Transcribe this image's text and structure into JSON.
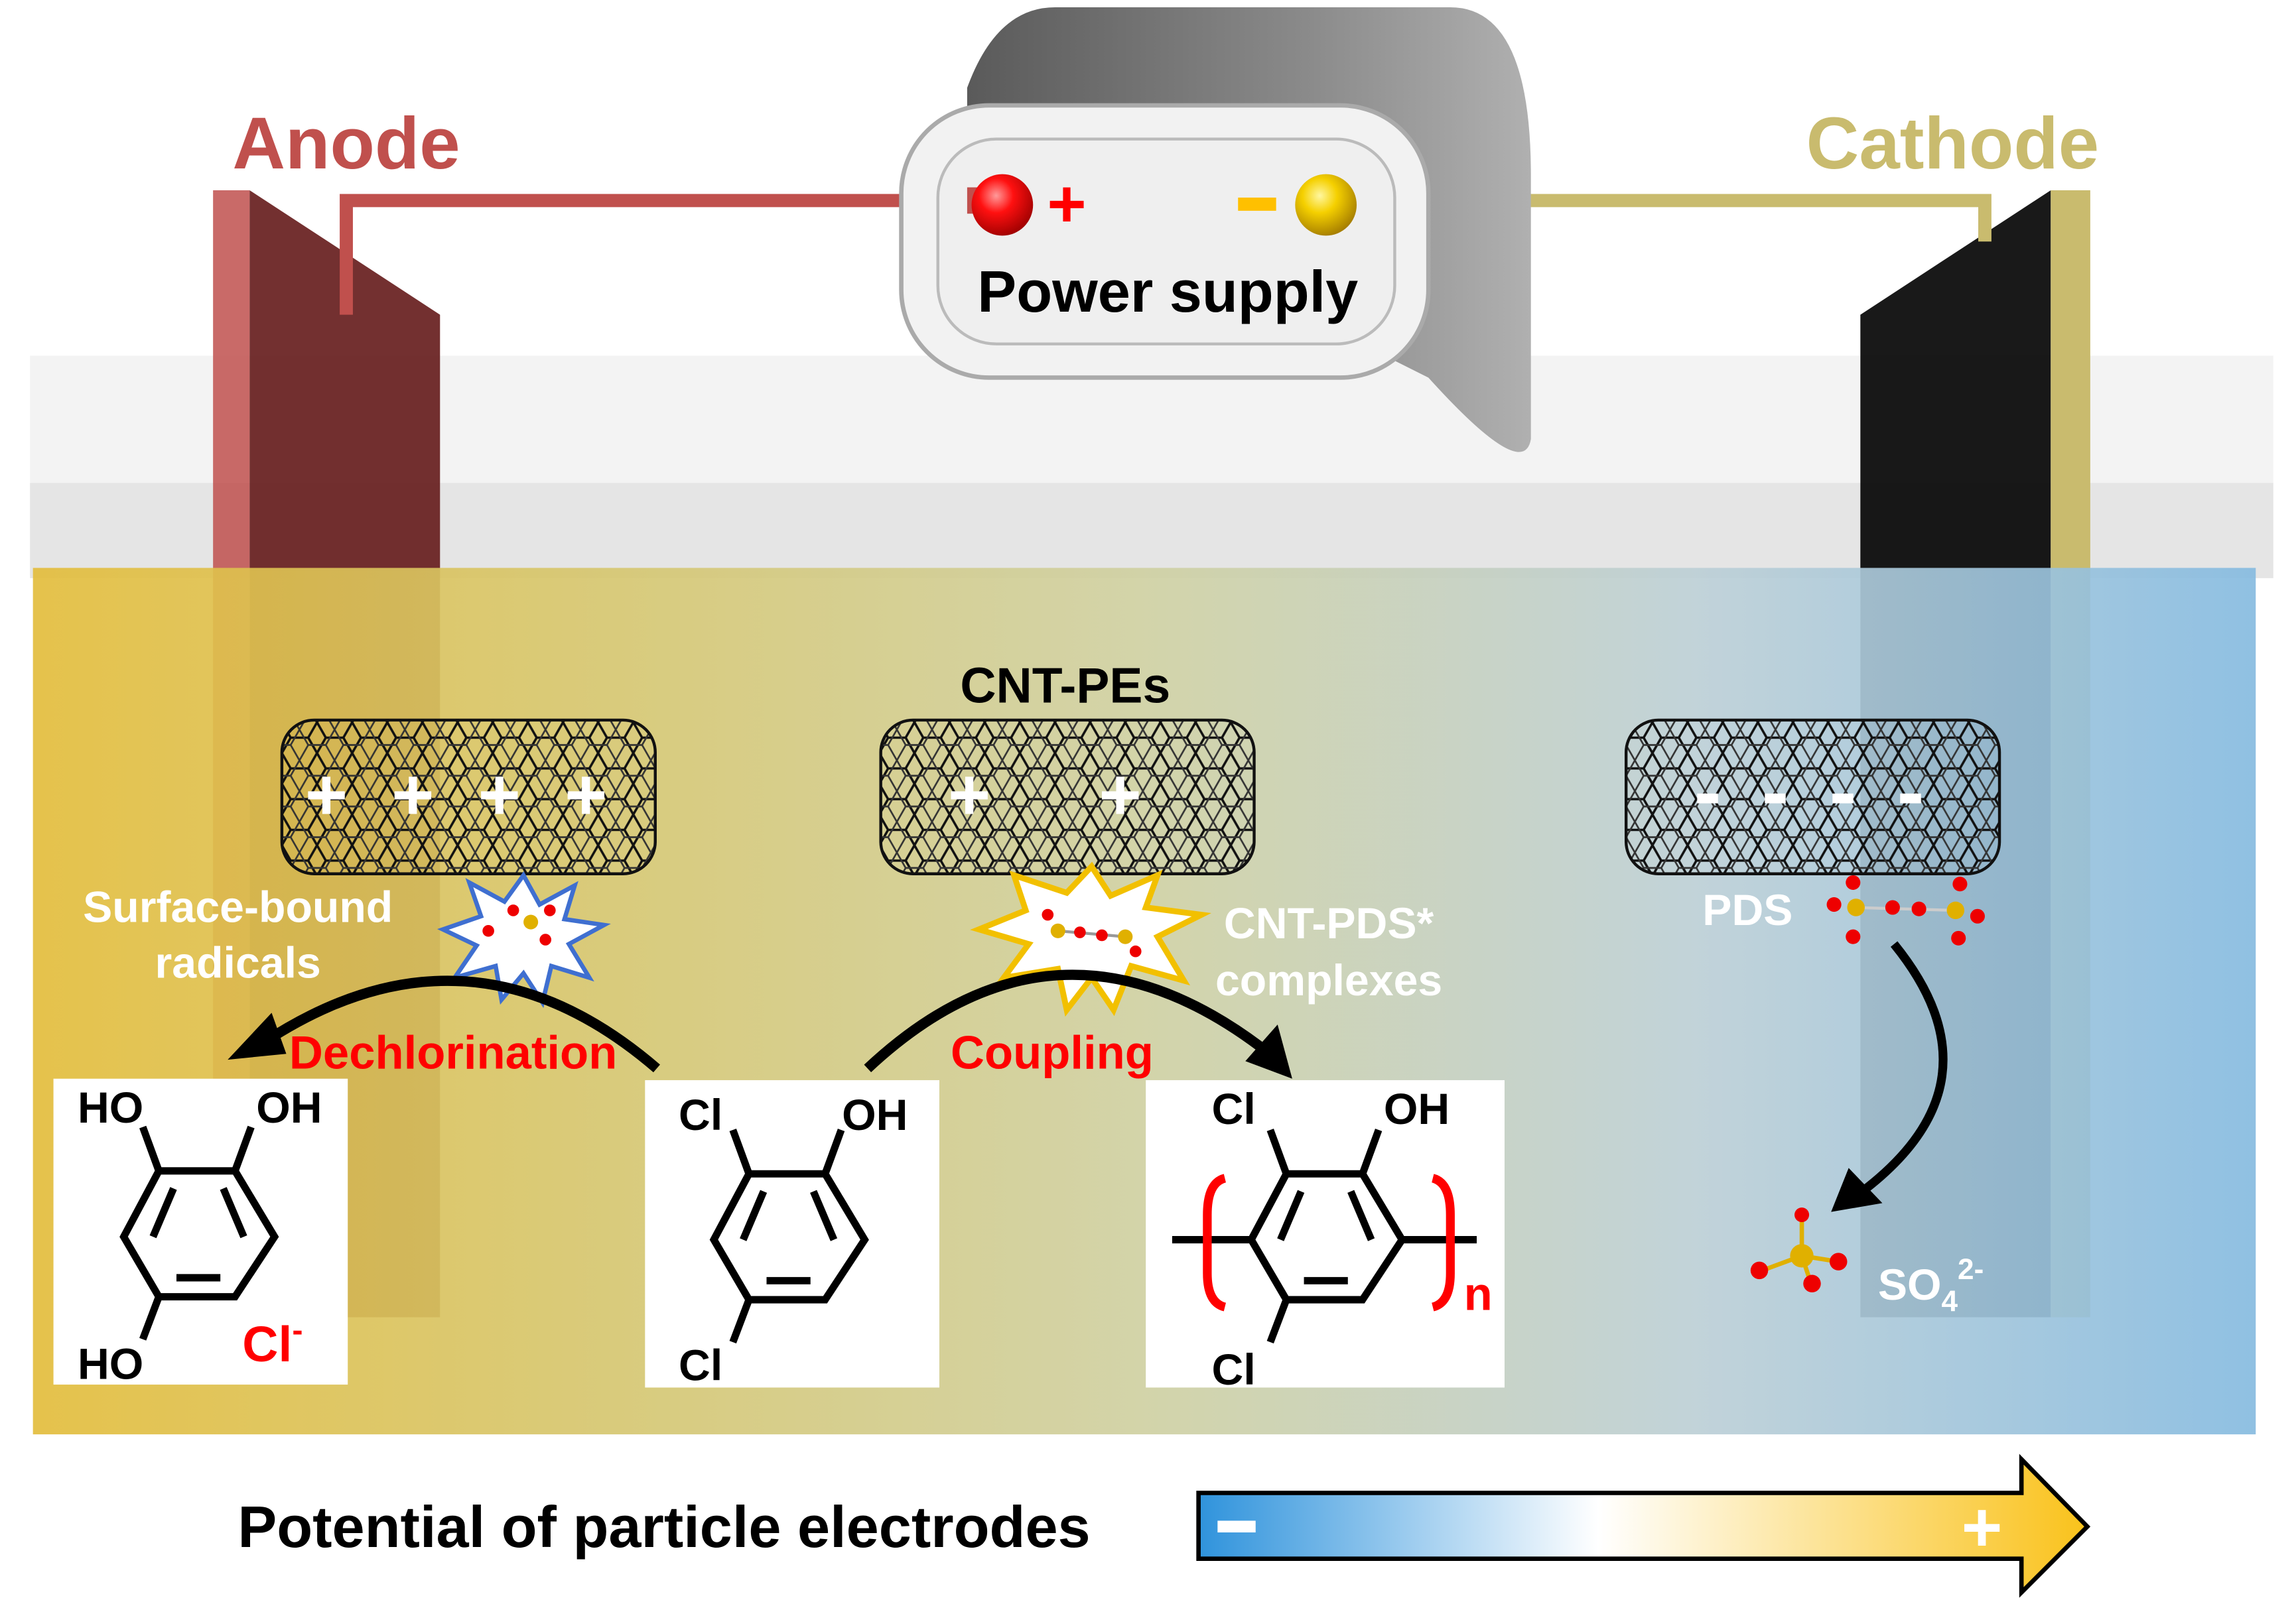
{
  "electrodes": {
    "anode": "Anode",
    "cathode": "Cathode"
  },
  "power_supply": {
    "label": "Power supply",
    "plus": "+",
    "minus": "-"
  },
  "particles": {
    "title": "CNT-PEs",
    "left_charges": "+ + + +",
    "middle_charges": "+ +",
    "right_charges": "- - - -",
    "surface_bound_line1": "Surface-bound",
    "surface_bound_line2": "radicals",
    "complex_line1": "CNT-PDS*",
    "complex_line2": "complexes",
    "pds": "PDS"
  },
  "reactions": {
    "dechlorination": "Dechlorination",
    "coupling": "Coupling"
  },
  "molecules": {
    "product1": {
      "ho_top": "HO",
      "oh_top": "OH",
      "ho_bottom": "HO",
      "ion": "Cl",
      "ion_charge": "-"
    },
    "reactant": {
      "cl_top": "Cl",
      "oh_top": "OH",
      "cl_bottom": "Cl"
    },
    "polymer": {
      "cl_top": "Cl",
      "oh_top": "OH",
      "cl_bottom": "Cl",
      "subscript": "n"
    }
  },
  "sulfate": {
    "base": "SO",
    "sub": "4",
    "sup": "2-"
  },
  "scale": {
    "label": "Potential of particle electrodes",
    "minus": "-",
    "plus": "+"
  },
  "colors": {
    "anode": "#c0504d",
    "cathode": "#c9bb6e",
    "reaction_label": "#ff0000",
    "negative": "#3a9be0",
    "positive": "#f9c21b"
  }
}
